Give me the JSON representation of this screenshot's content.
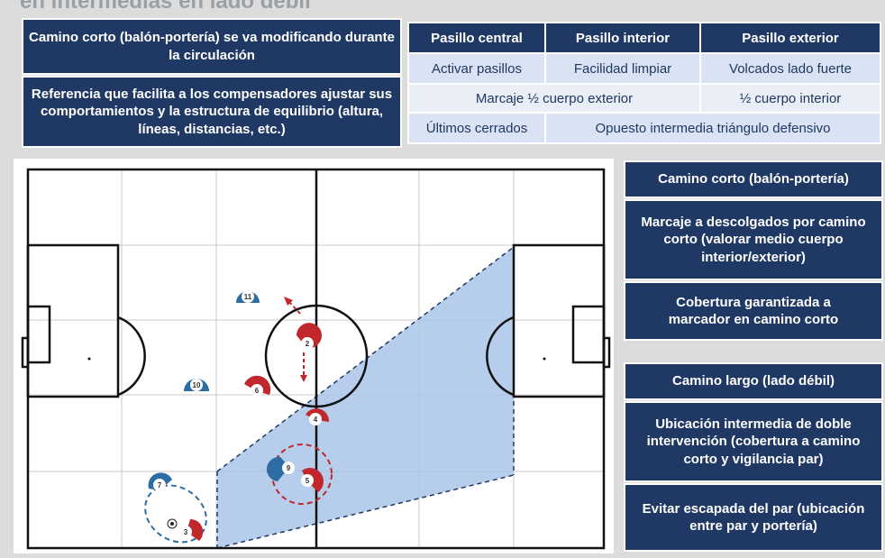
{
  "header": {
    "title": "en intermedias en lado débil"
  },
  "left_boxes": {
    "box1": "Camino corto (balón-portería) se va modificando durante la circulación",
    "box2": "Referencia que facilita a los compensadores ajustar sus comportamientos y la estructura de equilibrio (altura, líneas, distancias, etc.)"
  },
  "table": {
    "headers": [
      "Pasillo central",
      "Pasillo interior",
      "Pasillo exterior"
    ],
    "row1": [
      "Activar pasillos",
      "Facilidad limpiar",
      "Volcados lado fuerte"
    ],
    "row2": [
      "Marcaje ½ cuerpo exterior",
      "½ cuerpo interior"
    ],
    "row3": [
      "Últimos cerrados",
      "Opuesto intermedia triángulo defensivo"
    ]
  },
  "right_boxes": {
    "corto_title": "Camino corto (balón-portería)",
    "corto_1": "Marcaje a descolgados por camino corto (valorar medio cuerpo interior/exterior)",
    "corto_2": "Cobertura garantizada a marcador en camino corto",
    "largo_title": "Camino largo (lado débil)",
    "largo_1": "Ubicación intermedia de doble intervención (cobertura a camino corto y vigilancia par)",
    "largo_2": "Evitar escapada del par (ubicación entre par y portería)"
  },
  "players": {
    "blue": [
      "11",
      "10",
      "9",
      "7"
    ],
    "red": [
      "2",
      "6",
      "4",
      "5",
      "3"
    ]
  },
  "colors": {
    "navy": "#1f3864",
    "blue_player": "#2e6da4",
    "red_player": "#c0282d",
    "zone_fill": "#a9c6e8"
  }
}
